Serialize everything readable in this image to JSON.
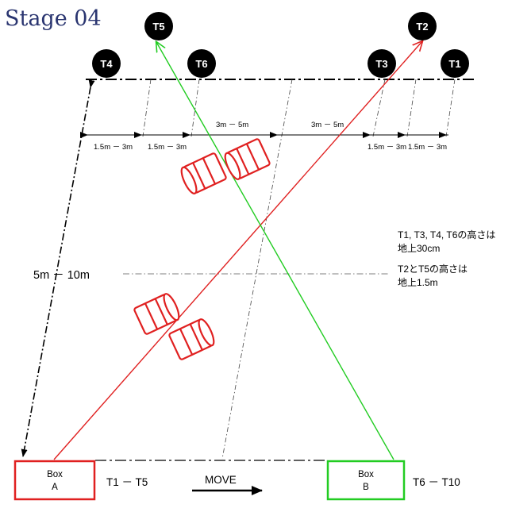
{
  "title": "Stage 04",
  "targets": {
    "t1": "T1",
    "t2": "T2",
    "t3": "T3",
    "t4": "T4",
    "t5": "T5",
    "t6": "T6"
  },
  "dimensions": {
    "gap_t4_t5": "1.5m － 3m",
    "gap_t5_t6": "1.5m － 3m",
    "gap_t6_center": "3m － 5m",
    "gap_center_t3": "3m － 5m",
    "gap_t3_t2": "1.5m － 3m",
    "gap_t2_t1": "1.5m － 3m",
    "distance": "5m － 10m"
  },
  "notes": {
    "low_line1": "T1, T3, T4, T6の高さは",
    "low_line2": "地上30cm",
    "high_line1": "T2とT5の高さは",
    "high_line2": "地上1.5m"
  },
  "box_a": {
    "line1": "Box",
    "line2": "A",
    "range": "T1 － T5"
  },
  "box_b": {
    "line1": "Box",
    "line2": "B",
    "range": "T6 － T10"
  },
  "move_label": "MOVE",
  "colors": {
    "red_path": "#e02020",
    "green_path": "#22cc22",
    "target_fill": "#000000",
    "title": "#2a3570",
    "barrel": "#e02020"
  }
}
